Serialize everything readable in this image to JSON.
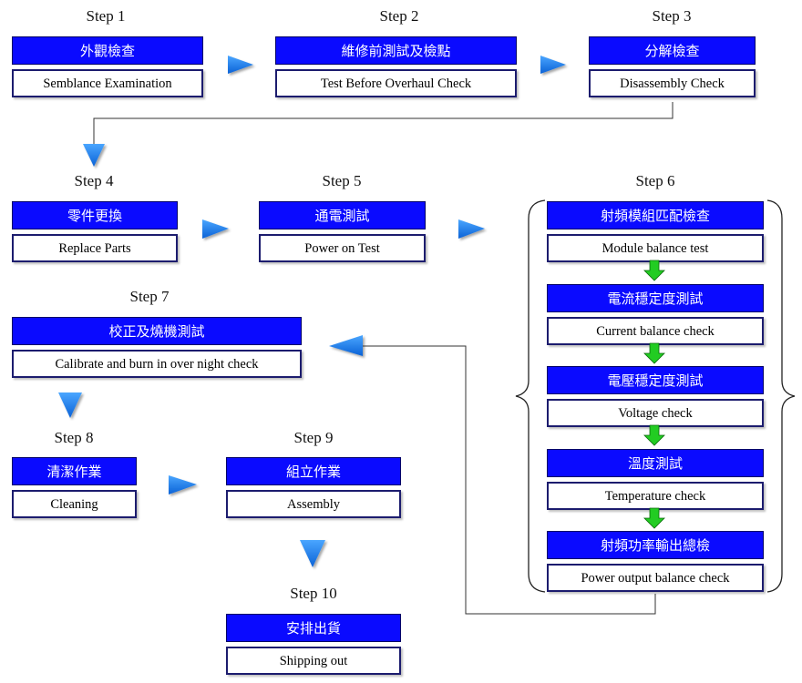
{
  "steps": [
    {
      "label": "Step 1",
      "cn": "外觀檢查",
      "en": "Semblance Examination"
    },
    {
      "label": "Step 2",
      "cn": "維修前測試及檢點",
      "en": "Test Before Overhaul Check"
    },
    {
      "label": "Step 3",
      "cn": "分解檢查",
      "en": "Disassembly Check"
    },
    {
      "label": "Step 4",
      "cn": "零件更換",
      "en": "Replace Parts"
    },
    {
      "label": "Step 5",
      "cn": "通電測試",
      "en": "Power on Test"
    },
    {
      "label": "Step 6"
    },
    {
      "label": "Step 7",
      "cn": "校正及燒機測試",
      "en": "Calibrate and burn in over night check"
    },
    {
      "label": "Step 8",
      "cn": "清潔作業",
      "en": "Cleaning"
    },
    {
      "label": "Step 9",
      "cn": "組立作業",
      "en": "Assembly"
    },
    {
      "label": "Step 10",
      "cn": "安排出貨",
      "en": "Shipping out"
    }
  ],
  "step6_substeps": [
    {
      "cn": "射頻模組匹配檢查",
      "en": "Module balance test"
    },
    {
      "cn": "電流穩定度測試",
      "en": "Current balance check"
    },
    {
      "cn": "電壓穩定度測試",
      "en": "Voltage check"
    },
    {
      "cn": "溫度測試",
      "en": "Temperature check"
    },
    {
      "cn": "射頻功率輸出總檢",
      "en": "Power output balance check"
    }
  ],
  "colors": {
    "header_fill": "#0a0aff",
    "arrow_blue": "#1a7fe8",
    "arrow_green": "#22cc22",
    "connector_line": "#333333"
  }
}
